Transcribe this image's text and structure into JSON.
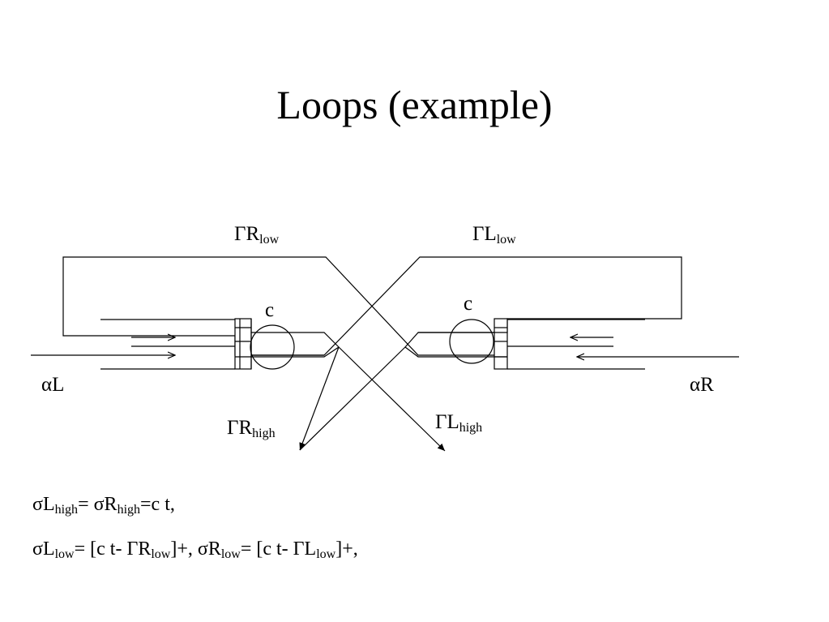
{
  "title": "Loops (example)",
  "labels": {
    "gamma": "Γ",
    "alpha": "α",
    "sigma": "σ",
    "gr_low": {
      "main": "R",
      "sub": "low"
    },
    "gl_low": {
      "main": "L",
      "sub": "low"
    },
    "gr_high": {
      "main": "R",
      "sub": "high"
    },
    "gl_high": {
      "main": "L",
      "sub": "high"
    },
    "c_left": "c",
    "c_right": "c",
    "alpha_l": "L",
    "alpha_r": "R"
  },
  "equations": {
    "line1": {
      "t1": "L",
      "s1": "high",
      "t2": "= ",
      "t3": "R",
      "s2": "high",
      "t4": "=c t,"
    },
    "line2": {
      "t1": "L",
      "s1": "low",
      "t2": "= [c t- ",
      "t3": "R",
      "s2": "low",
      "t4": "]+, ",
      "t5": "R",
      "s3": "low",
      "t6": "= [c t- ",
      "t7": "L",
      "s4": "low",
      "t8": "]+,"
    }
  }
}
